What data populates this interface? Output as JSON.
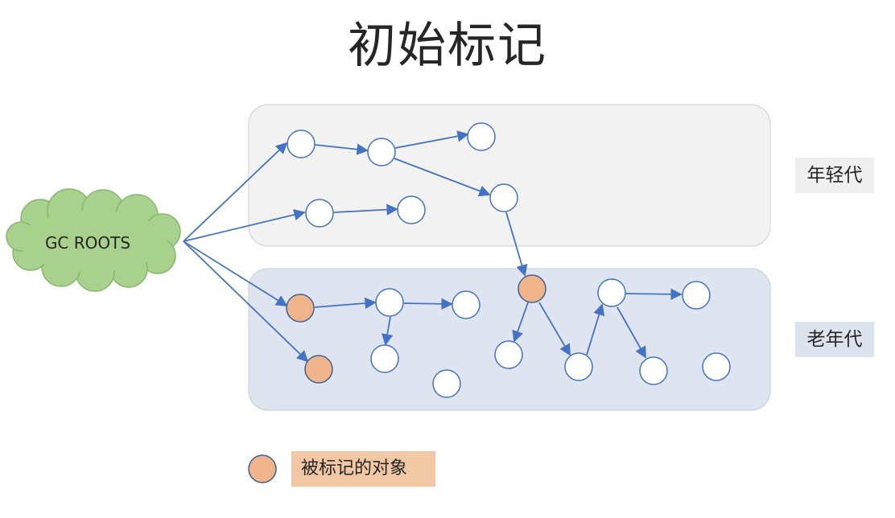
{
  "title": "初始标记",
  "roots_label": "GC ROOTS",
  "regions": {
    "young": "年轻代",
    "old": "老年代"
  },
  "legend": {
    "marked_label": "被标记的对象"
  },
  "colors": {
    "arrow": "#4472c4",
    "node_fill": "#ffffff",
    "node_stroke": "#4472c4",
    "marked_fill": "#efb48a",
    "marked_stroke": "#3e5f96",
    "young_bg": "#f2f2f2",
    "old_bg": "#dfe5f0",
    "cloud": "#a7d18d"
  }
}
